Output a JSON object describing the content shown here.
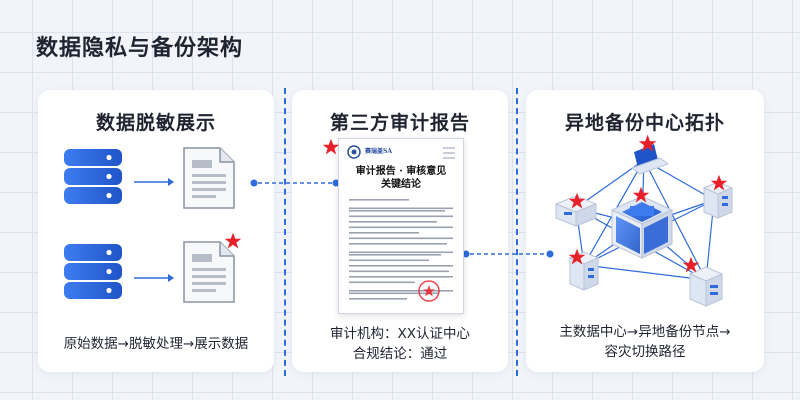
{
  "page": {
    "title": "数据隐私与备份架构"
  },
  "panels": [
    {
      "title": "数据脱敏展示",
      "caption": "原始数据→脱敏处理→展示数据"
    },
    {
      "title": "第三方审计报告",
      "report_title_line1": "审计报告",
      "report_title_line2": "关键结论",
      "report_logo_text": "赛瑞盖SA",
      "caption_line1": "审计机构：XX认证中心",
      "caption_line2": "合规结论：通过"
    },
    {
      "title": "异地备份中心拓扑",
      "caption_line1": "主数据中心→异地备份节点→",
      "caption_line2": "容灾切换路径"
    }
  ],
  "colors": {
    "accent": "#2f6bdc",
    "star": "#e8202a",
    "server": "#2f6bdc"
  }
}
